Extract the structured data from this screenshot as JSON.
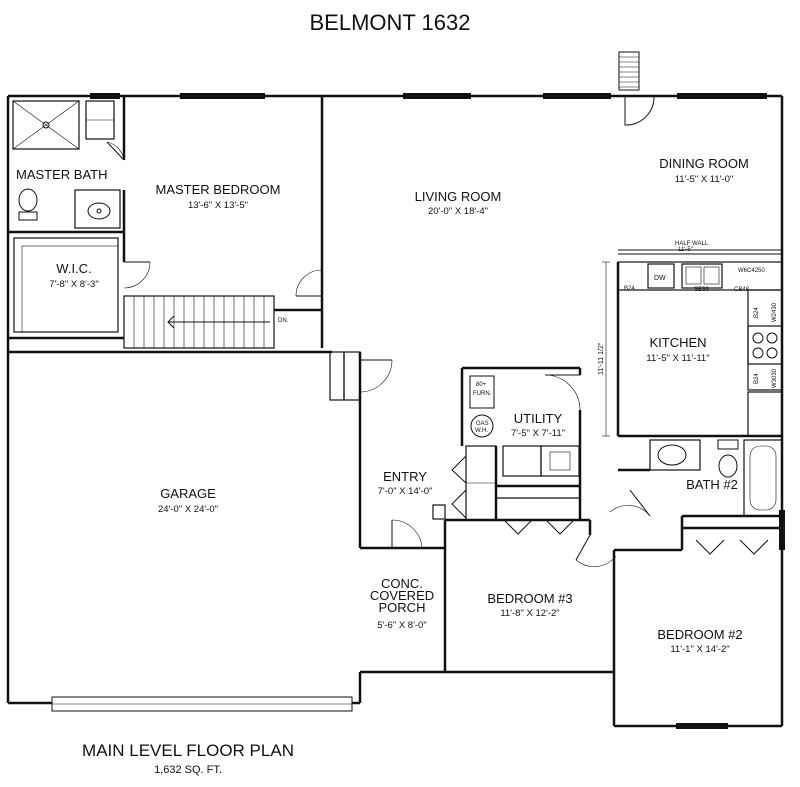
{
  "title": "BELMONT 1632",
  "footer": {
    "heading": "MAIN LEVEL FLOOR PLAN",
    "area": "1,632 SQ. FT."
  },
  "rooms": {
    "master_bath": {
      "name": "MASTER BATH"
    },
    "master_bedroom": {
      "name": "MASTER BEDROOM",
      "dims": "13'-6\" X 13'-5\""
    },
    "wic": {
      "name": "W.I.C.",
      "dims": "7'-8\" X 8'-3\""
    },
    "living_room": {
      "name": "LIVING ROOM",
      "dims": "20'-0\" X 18'-4\""
    },
    "dining_room": {
      "name": "DINING ROOM",
      "dims": "11'-5\" X 11'-0\""
    },
    "kitchen": {
      "name": "KITCHEN",
      "dims": "11'-5\" X 11'-11\""
    },
    "utility": {
      "name": "UTILITY",
      "dims": "7'-5\" X 7'-11\""
    },
    "entry": {
      "name": "ENTRY",
      "dims": "7'-0\" X 14'-0\""
    },
    "garage": {
      "name": "GARAGE",
      "dims": "24'-0\" X 24'-0\""
    },
    "porch": {
      "name_line1": "CONC.",
      "name_line2": "COVERED",
      "name_line3": "PORCH",
      "dims": "5'-6\" X 8'-0\""
    },
    "bedroom3": {
      "name": "BEDROOM #3",
      "dims": "11'-8\" X 12'-2\""
    },
    "bath2": {
      "name": "BATH #2"
    },
    "bedroom2": {
      "name": "BEDROOM #2",
      "dims": "11'-1\" X 14'-2\""
    }
  },
  "annotations": {
    "half_wall": "HALF WALL",
    "half_wall_dim": "11'-5\"",
    "kitchen_vertical_dim": "11'-11 1/2\"",
    "stairs_down": "DN.",
    "furnace_line1": "80+",
    "furnace_line2": "FURN.",
    "water_heater_line1": "GAS",
    "water_heater_line2": "W.H.",
    "dishwasher": "DW",
    "cab_b24_1": "B24",
    "cab_sb36": "SB36",
    "cab_cb48": "CB48",
    "cab_w6c4250": "W6C4250",
    "cab_b24_2": "B24",
    "cab_b24_3": "B24",
    "cab_w2430": "W2430",
    "cab_w3030": "W3030"
  }
}
